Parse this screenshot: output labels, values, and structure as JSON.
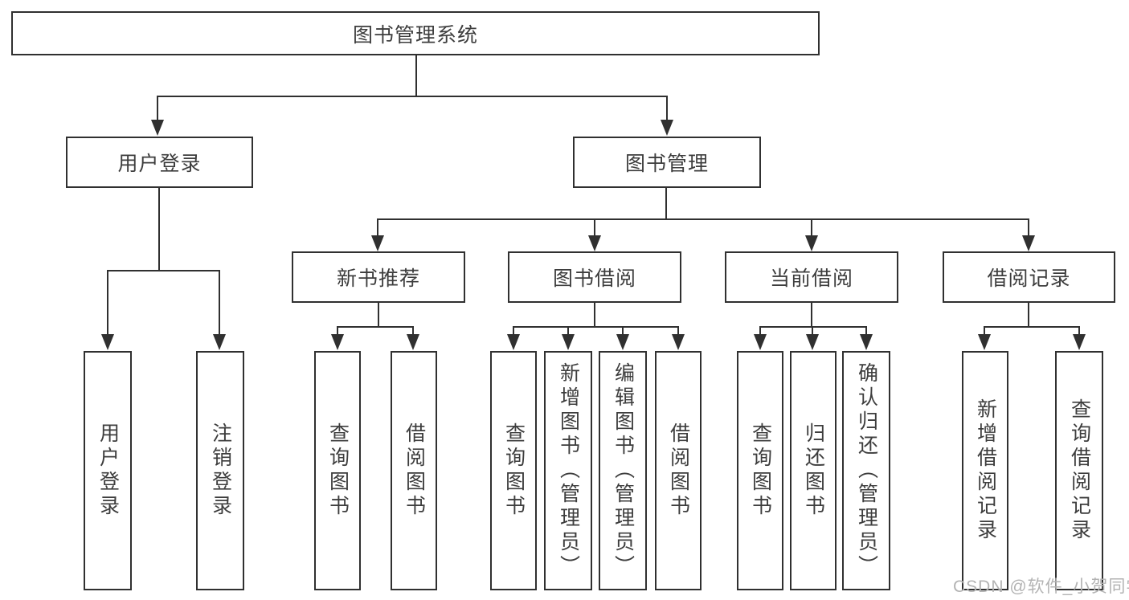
{
  "colors": {
    "line": "#303030",
    "text": "#3d3d3d",
    "background": "#ffffff",
    "watermark": "#b3b3b3"
  },
  "watermark": {
    "text": "CSDN @软件_小贺同学"
  },
  "diagram": {
    "root": "图书管理系统",
    "branches": [
      {
        "label": "用户登录",
        "leaves": [
          "用户登录",
          "注销登录"
        ]
      },
      {
        "label": "图书管理",
        "sections": [
          {
            "label": "新书推荐",
            "leaves": [
              "查询图书",
              "借阅图书"
            ]
          },
          {
            "label": "图书借阅",
            "leaves": [
              "查询图书",
              "新增图书（管理员）",
              "编辑图书（管理员）",
              "借阅图书"
            ]
          },
          {
            "label": "当前借阅",
            "leaves": [
              "查询图书",
              "归还图书",
              "确认归还（管理员）"
            ]
          },
          {
            "label": "借阅记录",
            "leaves": [
              "新增借阅记录",
              "查询借阅记录"
            ]
          }
        ]
      }
    ]
  }
}
